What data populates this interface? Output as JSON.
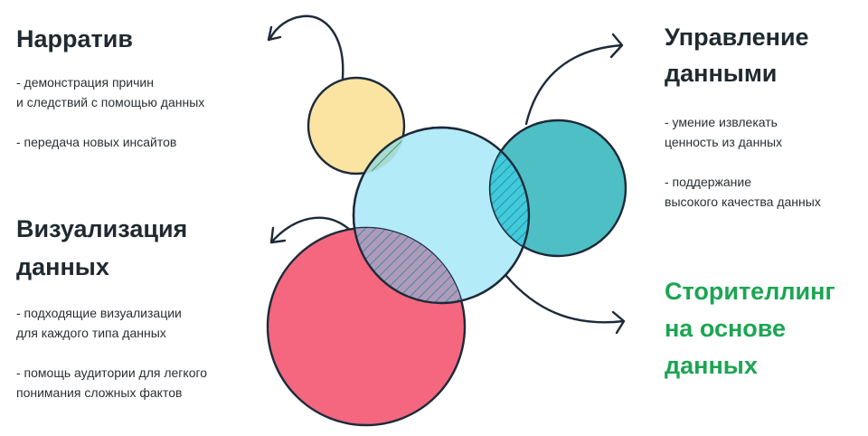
{
  "narrative": {
    "title": "Нарратив",
    "points": [
      "- демонстрация причин",
      "и следствий с помощью данных",
      "- передача новых инсайтов"
    ]
  },
  "data_mgmt": {
    "title_1": "Управление",
    "title_2": "данными",
    "points": [
      "- умение извлекать",
      "ценность из данных",
      "- поддержание",
      "высокого качества данных"
    ]
  },
  "visualization": {
    "title_1": "Визуализация",
    "title_2": "данных",
    "points": [
      "- подходящие визуализации",
      "для каждого типа данных",
      "- помощь аудитории для легкого",
      "понимания сложных фактов"
    ]
  },
  "storytelling": {
    "title_1": "Сторителлинг",
    "title_2": "на основе",
    "title_3": "данных",
    "color": "#1ba552"
  },
  "colors": {
    "yellow": "#fbe3a2",
    "light_blue": "#aeeaf8",
    "teal": "#4ebfc4",
    "red": "#f4677f",
    "outline": "#1d2a3a"
  }
}
